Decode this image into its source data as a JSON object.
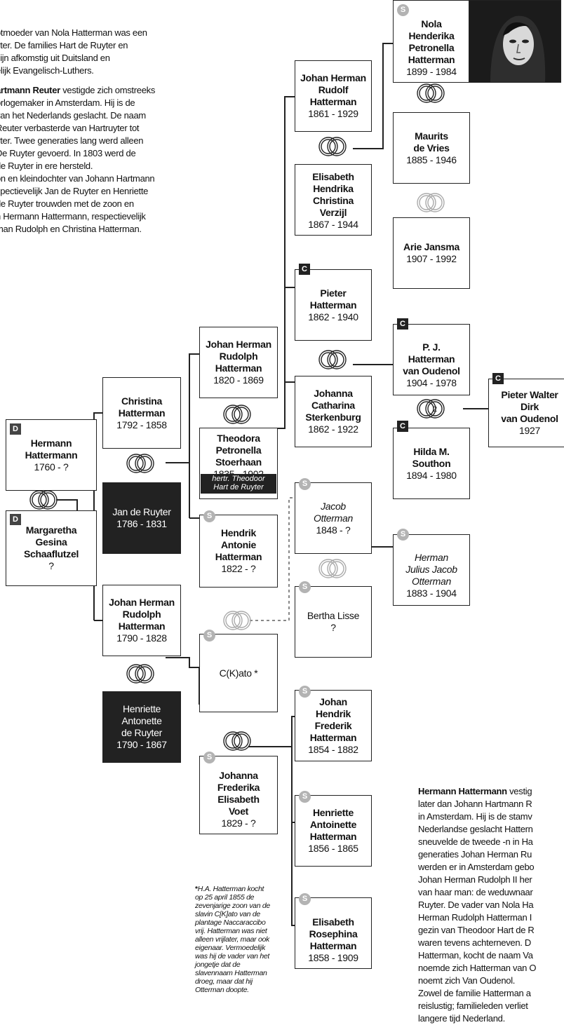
{
  "intro": {
    "p1": "otmoeder van Nola Hatterman was een\nyter. De families Hart de Ruyter en\nzijn afkomstig uit Duitsland en\nelijk Evangelisch-Luthers.",
    "p2_bold": "artmann Reuter",
    "p2_rest": " vestigde zich omstreeks\norlogemaker in Amsterdam. Hij is de\nvan het Nederlands geslacht. De naam\nReuter verbasterde van Hartruyter tot\nyter. Twee generaties lang werd alleen\nDe Ruyter gevoerd. In 1803 werd de\nde Ruyter in ere hersteld.\non en kleindochter van Johann Hartmann\nspectievelijk Jan de Ruyter en Henriette\nde Ruyter trouwden met de zoon en\nn Hermann Hattermann, respectievelijk\nman Rudolph en Christina Hatterman."
  },
  "outro": {
    "bold": "Hermann Hattermann",
    "rest": " vestig\nlater dan Johann Hartmann R\nin Amsterdam. Hij is de stamv\nNederlandse geslacht Hattern\nsneuvelde de tweede -n in Ha\ngeneraties Johan Herman Ru\nwerden er in Amsterdam gebo\nJohan Herman Rudolph II her\nvan haar man: de weduwnaar\nRuyter. De vader van Nola Ha\nHerman Rudolph Hatterman I\ngezin van Theodoor Hart de R\nwaren tevens achterneven. D\nHatterman, kocht de naam Va\nnoemde zich Hatterman van O\nnoemt zich Van Oudenol.\nZowel de familie Hatterman a\nreislustig; familieleden verliet\nlangere tijd Nederland."
  },
  "people": [
    {
      "id": "hermann",
      "name": "Hermann\nHattermann",
      "years": "1760 - ?",
      "badge": "D"
    },
    {
      "id": "margaretha",
      "name": "Margaretha\nGesina\nSchaaflutzel",
      "years": "?",
      "badge": "D"
    },
    {
      "id": "christina",
      "name": "Christina\nHatterman",
      "years": "1792 - 1858",
      "badge": ""
    },
    {
      "id": "jan",
      "name": "Jan de Ruyter",
      "years": "1786 - 1831",
      "badge": ""
    },
    {
      "id": "jhr1790",
      "name": "Johan Herman\nRudolph\nHatterman",
      "years": "1790  - 1828",
      "badge": ""
    },
    {
      "id": "henriette1790",
      "name": "Henriette\nAntonette\nde Ruyter",
      "years": "1790 - 1867",
      "badge": ""
    },
    {
      "id": "jhr1820",
      "name": "Johan Herman\nRudolph\nHatterman",
      "years": "1820 - 1869",
      "badge": ""
    },
    {
      "id": "theodora",
      "name": "Theodora\nPetronella\nStoerhaan",
      "years": "1835 - 1902",
      "badge": ""
    },
    {
      "id": "hendrik",
      "name": "Hendrik\nAntonie\nHatterman",
      "years": "1822 - ?",
      "badge": "S"
    },
    {
      "id": "ckato",
      "name": "C(K)ato *",
      "years": "",
      "badge": "S"
    },
    {
      "id": "johanna1829",
      "name": "Johanna\nFrederika\nElisabeth\nVoet",
      "years": "1829 - ?",
      "badge": "S"
    },
    {
      "id": "jhrudolf1861",
      "name": "Johan Herman\nRudolf\nHatterman",
      "years": "1861 - 1929",
      "badge": ""
    },
    {
      "id": "elisabeth1867",
      "name": "Elisabeth\nHendrika\nChristina\nVerzijl",
      "years": "1867 - 1944",
      "badge": ""
    },
    {
      "id": "pieter1862",
      "name": "Pieter\nHatterman",
      "years": "1862 - 1940",
      "badge": "C"
    },
    {
      "id": "johanna1862",
      "name": "Johanna\nCatharina\nSterkenburg",
      "years": "1862 - 1922",
      "badge": ""
    },
    {
      "id": "jacob",
      "name": "Jacob\nOtterman",
      "years": "1848 - ?",
      "badge": "S"
    },
    {
      "id": "bertha",
      "name": "Bertha Lisse",
      "years": "?",
      "badge": "S"
    },
    {
      "id": "johanhf",
      "name": "Johan\nHendrik\nFrederik\nHatterman",
      "years": "1854 - 1882",
      "badge": "S"
    },
    {
      "id": "henrietteA",
      "name": "Henriette\nAntoinette\nHatterman",
      "years": "1856 - 1865",
      "badge": "S"
    },
    {
      "id": "elisabethR",
      "name": "Elisabeth\nRosephina\nHatterman",
      "years": "1858 - 1909",
      "badge": "S"
    },
    {
      "id": "nola",
      "name": "Nola\nHenderika\nPetronella\nHatterman",
      "years": "1899 - 1984",
      "badge": "S"
    },
    {
      "id": "maurits",
      "name": "Maurits\nde Vries",
      "years": "1885 - 1946",
      "badge": ""
    },
    {
      "id": "arie",
      "name": "Arie Jansma",
      "years": "1907 - 1992",
      "badge": ""
    },
    {
      "id": "pj",
      "name": "P. J.\nHatterman\nvan Oudenol",
      "years": "1904 - 1978",
      "badge": "C"
    },
    {
      "id": "hilda",
      "name": "Hilda M.\nSouthon",
      "years": "1894 - 1980",
      "badge": "C"
    },
    {
      "id": "herman1883",
      "name": "Herman\nJulius Jacob\nOtterman",
      "years": "1883 - 1904",
      "badge": "S"
    },
    {
      "id": "pieterwalter",
      "name": "Pieter Walter\nDirk\nvan Oudenol",
      "years": "1927",
      "badge": "C"
    }
  ],
  "theodora_note": "hertr. Theodoor\nHart de Ruyter",
  "marriage_number": "2",
  "footnote": {
    "star": "*",
    "text": "H.A. Hatterman kocht op 25 april 1855 de zevenjarige zoon van de slavin C[K]ato van de plantage Naccaraccibo vrij. Hatterman was niet alleen vrijlater, maar ook eigenaar. Vermoedelijk was hij de vader van het jongetje dat de slavennaam Hatterman droeg, maar dat hij Otterman doopte."
  }
}
